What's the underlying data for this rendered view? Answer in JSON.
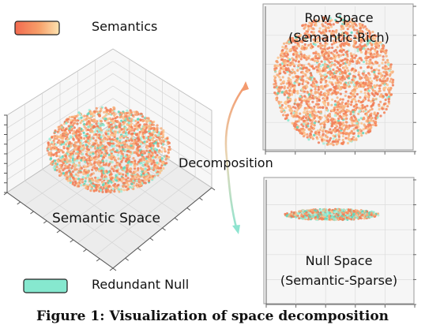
{
  "legend": {
    "semantics_label": "Semantics",
    "null_label": "Redundant Null"
  },
  "left_panel": {
    "label": "Semantic Space"
  },
  "arrow": {
    "label": "Decomposition"
  },
  "row_panel": {
    "title": "Row Space",
    "subtitle": "(Semantic-Rich)"
  },
  "null_panel": {
    "title": "Null Space",
    "subtitle": "(Semantic-Sparse)"
  },
  "caption": "Figure 1: Visualization of space decomposition",
  "colors": {
    "semantic_orange": "#F47F55",
    "semantic_light": "#FDC28B",
    "null_teal": "#86E8CF",
    "null_teal_dark": "#5FD3B8"
  }
}
